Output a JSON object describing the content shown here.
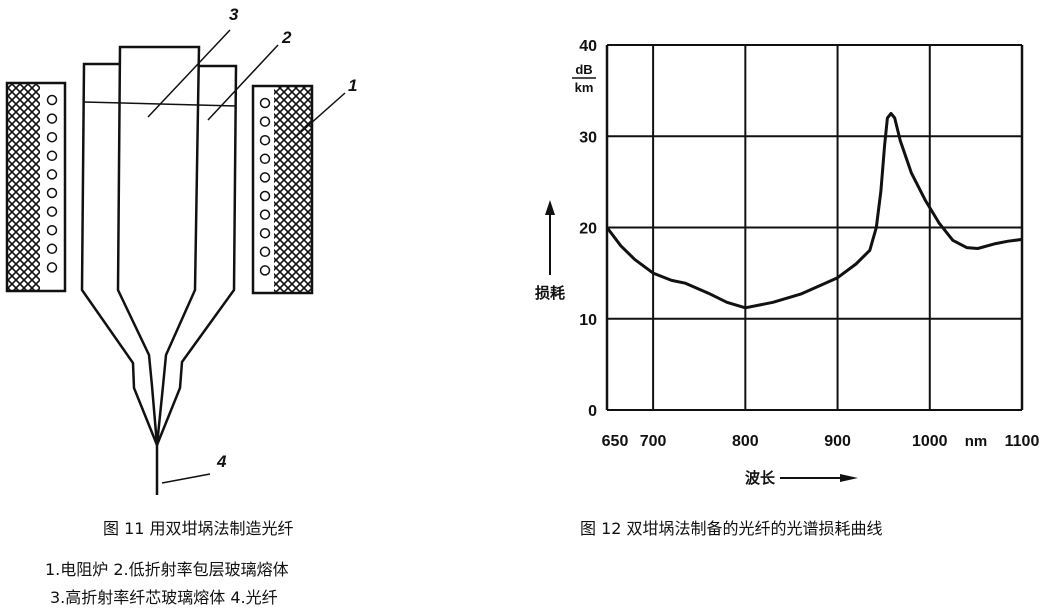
{
  "figure11": {
    "labels": [
      "1",
      "2",
      "3",
      "4"
    ],
    "caption_title": "图 11   用双坩埚法制造光纤",
    "legend_line1": "1.电阻炉   2.低折射率包层玻璃熔体",
    "legend_line2": "3.高折射率纤芯玻璃熔体   4.光纤"
  },
  "figure12": {
    "caption_title": "图 12   双坩埚法制备的光纤的光谱损耗曲线"
  },
  "chart_data": {
    "type": "line",
    "title": "",
    "xlabel": "波长",
    "ylabel": "损耗",
    "yunit_num": "dB",
    "yunit_den": "km",
    "xunit": "nm",
    "xlim": [
      650,
      1100
    ],
    "ylim": [
      0,
      40
    ],
    "grid": true,
    "xticks": [
      650,
      700,
      800,
      900,
      1000,
      1100
    ],
    "xtick_labels": [
      "650",
      "700",
      "800",
      "900",
      "1000",
      "1100"
    ],
    "yticks": [
      0,
      10,
      20,
      30,
      40
    ],
    "ytick_labels": [
      "0",
      "10",
      "20",
      "30",
      "40"
    ],
    "series": [
      {
        "name": "loss",
        "x": [
          650,
          665,
          680,
          700,
          720,
          735,
          760,
          780,
          800,
          830,
          860,
          900,
          920,
          935,
          942,
          947,
          951,
          954,
          958,
          962,
          968,
          980,
          995,
          1010,
          1025,
          1040,
          1052,
          1070,
          1085,
          1100
        ],
        "y": [
          20,
          18,
          16.5,
          15,
          14.2,
          13.9,
          12.8,
          11.8,
          11.2,
          11.8,
          12.7,
          14.5,
          16,
          17.5,
          20,
          24,
          29,
          32,
          32.5,
          32,
          29.5,
          26,
          23,
          20.5,
          18.6,
          17.8,
          17.7,
          18.2,
          18.5,
          18.7
        ]
      }
    ]
  }
}
